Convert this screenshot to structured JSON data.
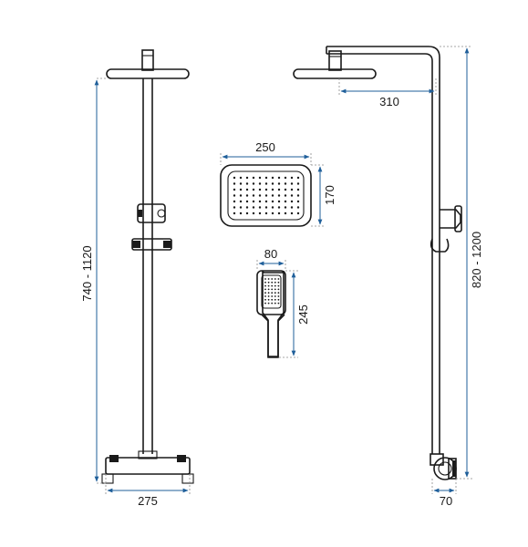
{
  "dimensions": {
    "front_height": "740 - 1120",
    "front_width": "275",
    "overhead_width": "250",
    "overhead_depth": "170",
    "hand_width": "80",
    "hand_length": "245",
    "arm_reach": "310",
    "side_height": "820 - 1200",
    "wall_distance": "70"
  },
  "colors": {
    "outline": "#1a1a1a",
    "dimension_line": "#1f5f9a",
    "extension_line": "#8a8a8a"
  }
}
